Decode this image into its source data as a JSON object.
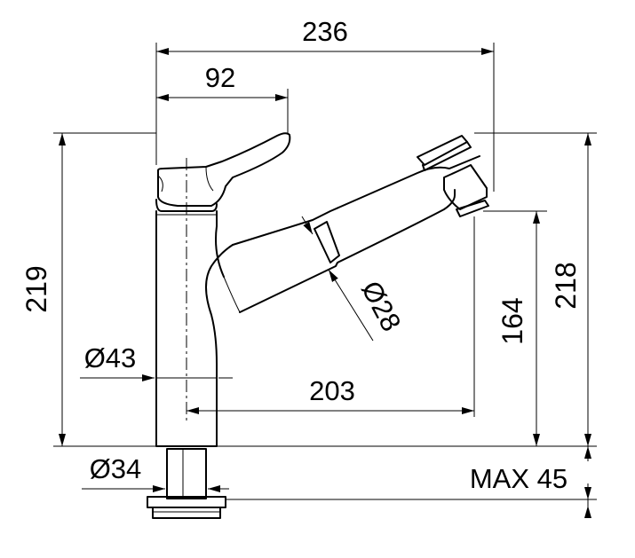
{
  "dimensions": {
    "total_width": "236",
    "lever_reach": "92",
    "total_height": "219",
    "body_diameter": "Ø43",
    "spout_diameter": "Ø28",
    "spout_reach": "203",
    "spout_height": "164",
    "height_right": "218",
    "shank_diameter": "Ø34",
    "max_worktop": "MAX 45"
  }
}
